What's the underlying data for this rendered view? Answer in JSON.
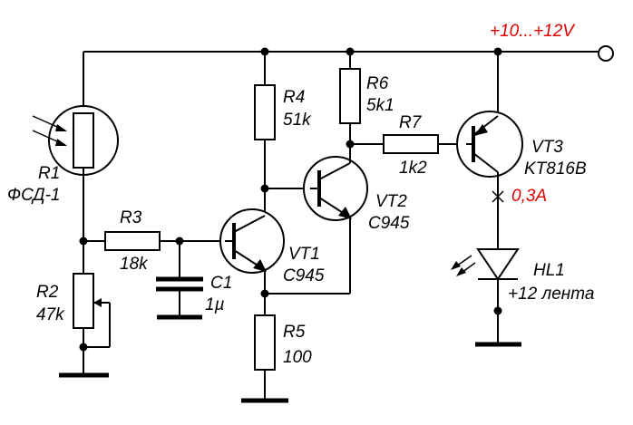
{
  "supply": {
    "label": "+10...+12V",
    "color": "#e00000"
  },
  "components": {
    "r1": {
      "ref": "R1",
      "value": "ФСД-1"
    },
    "r2": {
      "ref": "R2",
      "value": "47k"
    },
    "r3": {
      "ref": "R3",
      "value": "18k"
    },
    "c1": {
      "ref": "C1",
      "value": "1µ"
    },
    "r4": {
      "ref": "R4",
      "value": "51k"
    },
    "r5": {
      "ref": "R5",
      "value": "100"
    },
    "r6": {
      "ref": "R6",
      "value": "5k1"
    },
    "r7": {
      "ref": "R7",
      "value": "1k2"
    },
    "vt1": {
      "ref": "VT1",
      "value": "C945"
    },
    "vt2": {
      "ref": "VT2",
      "value": "C945"
    },
    "vt3": {
      "ref": "VT3",
      "value": "KT816B"
    },
    "hl1": {
      "ref": "HL1",
      "value": "+12 лента"
    }
  },
  "current_marker": {
    "label": "0,3A",
    "color": "#e00000"
  }
}
